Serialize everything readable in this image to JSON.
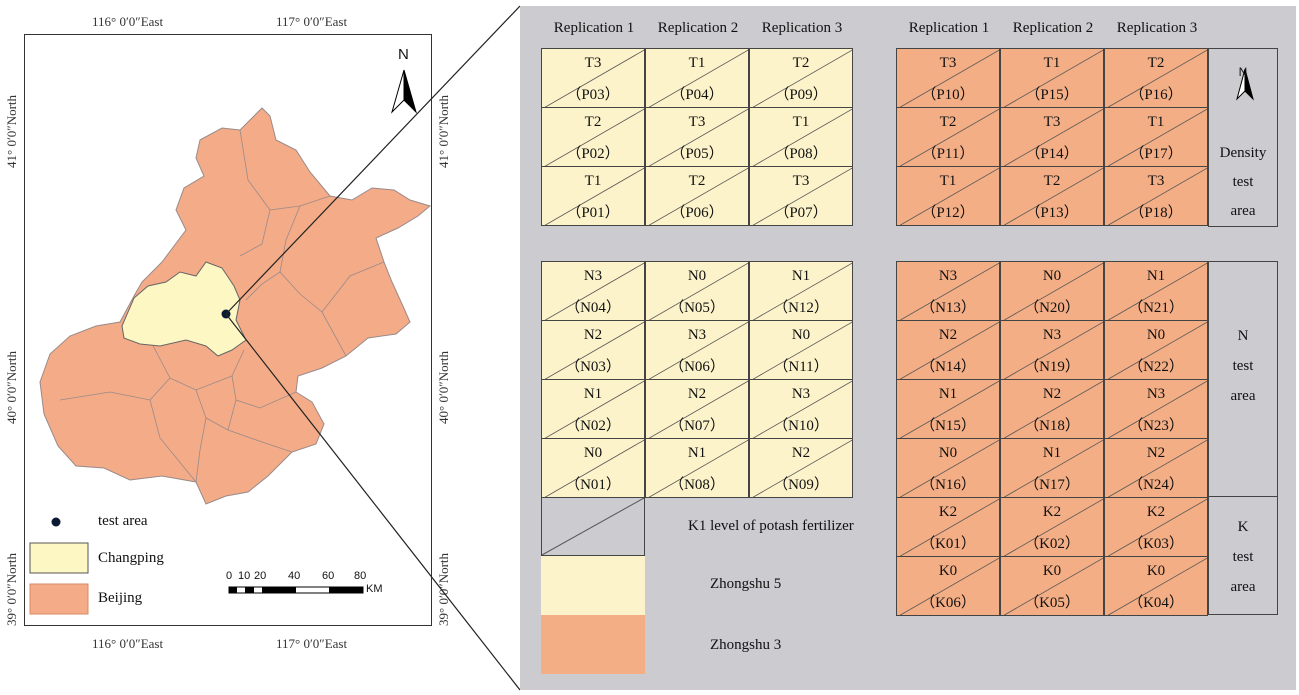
{
  "map": {
    "top_coords": [
      "116° 0′0″East",
      "117° 0′0″East"
    ],
    "bottom_coords": [
      "116° 0′0″East",
      "117° 0′0″East"
    ],
    "left_coords": [
      "39° 0′0″North",
      "40° 0′0″North",
      "41° 0′0″North"
    ],
    "right_coords": [
      "39° 0′0″North",
      "40° 0′0″North",
      "41° 0′0″North"
    ],
    "north_label": "N",
    "legend": {
      "point": "test area",
      "changping": "Changping",
      "beijing": "Beijing",
      "changping_color": "#fdf7c4",
      "beijing_color": "#f4ab87",
      "point_color": "#0b1a33"
    },
    "scale": {
      "ticks": [
        "0",
        "10",
        "20",
        "40",
        "60",
        "80"
      ],
      "unit": "KM"
    }
  },
  "layout": {
    "headers_left": [
      "Replication 1",
      "Replication 2",
      "Replication 3"
    ],
    "headers_right": [
      "Replication 1",
      "Replication 2",
      "Replication 3"
    ],
    "density_left": [
      [
        {
          "t": "T3",
          "p": "（P03）"
        },
        {
          "t": "T1",
          "p": "（P04）"
        },
        {
          "t": "T2",
          "p": "（P09）"
        }
      ],
      [
        {
          "t": "T2",
          "p": "（P02）"
        },
        {
          "t": "T3",
          "p": "（P05）"
        },
        {
          "t": "T1",
          "p": "（P08）"
        }
      ],
      [
        {
          "t": "T1",
          "p": "（P01）"
        },
        {
          "t": "T2",
          "p": "（P06）"
        },
        {
          "t": "T3",
          "p": "（P07）"
        }
      ]
    ],
    "density_right": [
      [
        {
          "t": "T3",
          "p": "（P10）"
        },
        {
          "t": "T1",
          "p": "（P15）"
        },
        {
          "t": "T2",
          "p": "（P16）"
        }
      ],
      [
        {
          "t": "T2",
          "p": "（P11）"
        },
        {
          "t": "T3",
          "p": "（P14）"
        },
        {
          "t": "T1",
          "p": "（P17）"
        }
      ],
      [
        {
          "t": "T1",
          "p": "（P12）"
        },
        {
          "t": "T2",
          "p": "（P13）"
        },
        {
          "t": "T3",
          "p": "（P18）"
        }
      ]
    ],
    "n_left": [
      [
        {
          "t": "N3",
          "p": "（N04）"
        },
        {
          "t": "N0",
          "p": "（N05）"
        },
        {
          "t": "N1",
          "p": "（N12）"
        }
      ],
      [
        {
          "t": "N2",
          "p": "（N03）"
        },
        {
          "t": "N3",
          "p": "（N06）"
        },
        {
          "t": "N0",
          "p": "（N11）"
        }
      ],
      [
        {
          "t": "N1",
          "p": "（N02）"
        },
        {
          "t": "N2",
          "p": "（N07）"
        },
        {
          "t": "N3",
          "p": "（N10）"
        }
      ],
      [
        {
          "t": "N0",
          "p": "（N01）"
        },
        {
          "t": "N1",
          "p": "（N08）"
        },
        {
          "t": "N2",
          "p": "（N09）"
        }
      ]
    ],
    "n_right": [
      [
        {
          "t": "N3",
          "p": "（N13）"
        },
        {
          "t": "N0",
          "p": "（N20）"
        },
        {
          "t": "N1",
          "p": "（N21）"
        }
      ],
      [
        {
          "t": "N2",
          "p": "（N14）"
        },
        {
          "t": "N3",
          "p": "（N19）"
        },
        {
          "t": "N0",
          "p": "（N22）"
        }
      ],
      [
        {
          "t": "N1",
          "p": "（N15）"
        },
        {
          "t": "N2",
          "p": "（N18）"
        },
        {
          "t": "N3",
          "p": "（N23）"
        }
      ],
      [
        {
          "t": "N0",
          "p": "（N16）"
        },
        {
          "t": "N1",
          "p": "（N17）"
        },
        {
          "t": "N2",
          "p": "（N24）"
        }
      ]
    ],
    "k_right": [
      [
        {
          "t": "K2",
          "p": "（K01）"
        },
        {
          "t": "K2",
          "p": "（K02）"
        },
        {
          "t": "K2",
          "p": "（K03）"
        }
      ],
      [
        {
          "t": "K0",
          "p": "（K06）"
        },
        {
          "t": "K0",
          "p": "（K05）"
        },
        {
          "t": "K0",
          "p": "（K04）"
        }
      ]
    ],
    "side": {
      "north": "N",
      "density": [
        "Density",
        "test",
        "area"
      ],
      "n": [
        "N",
        "test",
        "area"
      ],
      "k": [
        "K",
        "test",
        "area"
      ]
    },
    "legend": {
      "k1": "K1 level of potash fertilizer",
      "zhongshu5": "Zhongshu 5",
      "zhongshu3": "Zhongshu 3",
      "zhongshu5_color": "#fdf3ca",
      "zhongshu3_color": "#f4ae85"
    }
  }
}
